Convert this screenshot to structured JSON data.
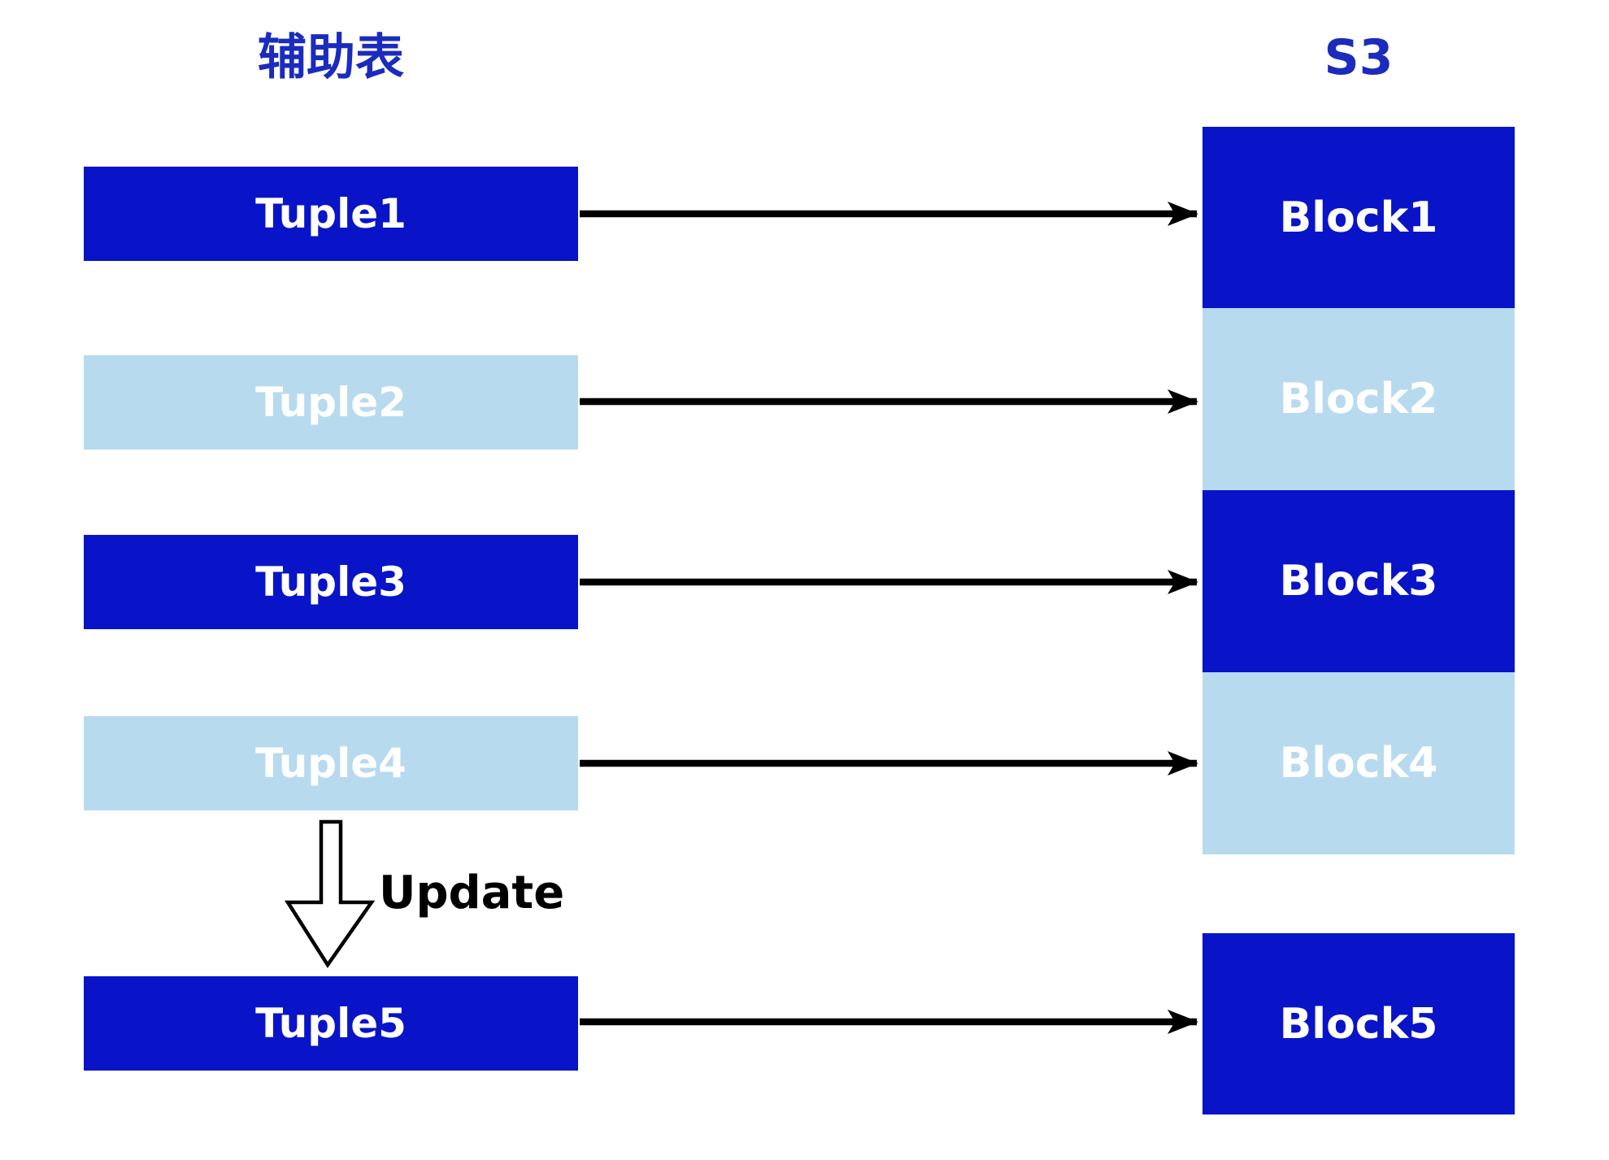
{
  "titles": {
    "left": "辅助表",
    "right": "S3"
  },
  "tuples": [
    {
      "label": "Tuple1",
      "variant": "dark"
    },
    {
      "label": "Tuple2",
      "variant": "light"
    },
    {
      "label": "Tuple3",
      "variant": "dark"
    },
    {
      "label": "Tuple4",
      "variant": "light"
    },
    {
      "label": "Tuple5",
      "variant": "dark"
    }
  ],
  "blocks": [
    {
      "label": "Block1",
      "variant": "dark"
    },
    {
      "label": "Block2",
      "variant": "light"
    },
    {
      "label": "Block3",
      "variant": "dark"
    },
    {
      "label": "Block4",
      "variant": "light"
    },
    {
      "label": "Block5",
      "variant": "dark"
    }
  ],
  "update_label": "Update",
  "colors": {
    "dark-blue": "#0914C8",
    "light-blue": "#B8DAEF",
    "title-blue": "#1A2BBE",
    "box-text": "#FFFFFF",
    "arrow-black": "#000000"
  }
}
